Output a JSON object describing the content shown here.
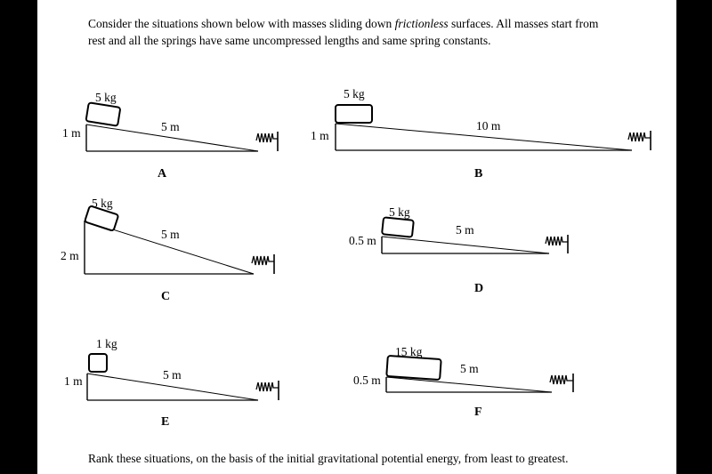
{
  "intro": {
    "line1_before": "Consider the situations shown below with masses sliding down ",
    "line1_em": "frictionless",
    "line1_after": " surfaces. All masses start from",
    "line2": "rest and all the springs have same uncompressed lengths and same spring constants."
  },
  "situations": [
    {
      "id": "A",
      "mass": "5 kg",
      "height": "1 m",
      "length": "5 m"
    },
    {
      "id": "B",
      "mass": "5 kg",
      "height": "1 m",
      "length": "10 m"
    },
    {
      "id": "C",
      "mass": "5 kg",
      "height": "2 m",
      "length": "5 m"
    },
    {
      "id": "D",
      "mass": "5 kg",
      "height": "0.5 m",
      "length": "5 m"
    },
    {
      "id": "E",
      "mass": "1 kg",
      "height": "1 m",
      "length": "5 m"
    },
    {
      "id": "F",
      "mass": "15 kg",
      "height": "0.5 m",
      "length": "5 m"
    }
  ],
  "question": "Rank these situations, on the basis of the initial gravitational potential energy, from least to greatest."
}
